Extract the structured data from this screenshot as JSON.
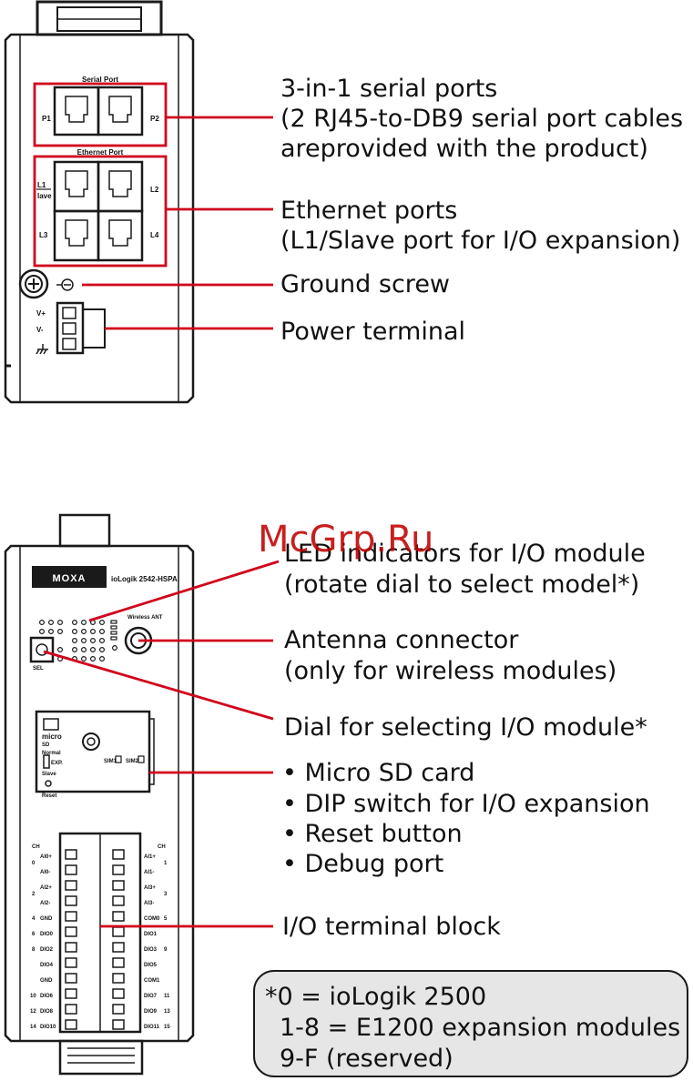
{
  "top_device": {
    "serial_port_label": "Serial Port",
    "ethernet_port_label": "Ethernet Port",
    "p1": "P1",
    "p2": "P2",
    "l1": "L1",
    "lave": "lave",
    "l2": "L2",
    "l3": "L3",
    "l4": "L4",
    "vplus": "V+",
    "vminus": "V-"
  },
  "top_callouts": {
    "serial_1": "3-in-1 serial ports",
    "serial_2": "(2 RJ45-to-DB9 serial port cables",
    "serial_3": "areprovided with the product)",
    "ethernet_1": "Ethernet ports",
    "ethernet_2": "(L1/Slave port for I/O expansion)",
    "ground": "Ground screw",
    "power": "Power terminal"
  },
  "bottom_device": {
    "brand": "MOXA",
    "model": "ioLogik 2542-HSPA",
    "wireless_ant": "Wireless ANT",
    "sel": "SEL",
    "micro": "micro",
    "sd_logo": "SD",
    "normal": "Normal",
    "exp": "EXP.",
    "slave": "Slave",
    "reset": "Reset",
    "sim1": "SIM1",
    "sim2": "SIM2",
    "ch": "CH",
    "left_ch": [
      "0",
      "2",
      "4",
      "6",
      "8",
      "10",
      "12",
      "14"
    ],
    "left_terms": [
      "AI0+",
      "AI0-",
      "AI2+",
      "AI2-",
      "GND",
      "DIO0",
      "DIO2",
      "DIO4",
      "GND",
      "DIO6",
      "DIO8",
      "DIO10"
    ],
    "right_terms": [
      "AI1+",
      "AI1-",
      "AI3+",
      "AI3-",
      "COM0",
      "DIO1",
      "DIO3",
      "DIO5",
      "COM1",
      "DIO7",
      "DIO9",
      "DIO11"
    ],
    "right_ch": [
      "1",
      "3",
      "5",
      "9",
      "11",
      "13",
      "15"
    ]
  },
  "bottom_callouts": {
    "led_1": "LED indicators for I/O module",
    "led_2": "(rotate dial to select model*)",
    "antenna_1": "Antenna connector",
    "antenna_2": "(only for wireless modules)",
    "dial": "Dial for selecting I/O module*",
    "b1": "• Micro SD card",
    "b2": "• DIP switch for I/O expansion",
    "b3": "• Reset button",
    "b4": "• Debug port",
    "io_block": "I/O terminal block"
  },
  "footnote": {
    "line1": "*0 = ioLogik 2500",
    "line2": "1-8 = E1200 expansion modules",
    "line3": "9-F (reserved)"
  },
  "watermark": "McGrp.Ru",
  "colors": {
    "callout": "#d0021b",
    "outline": "#1a1a1a"
  }
}
